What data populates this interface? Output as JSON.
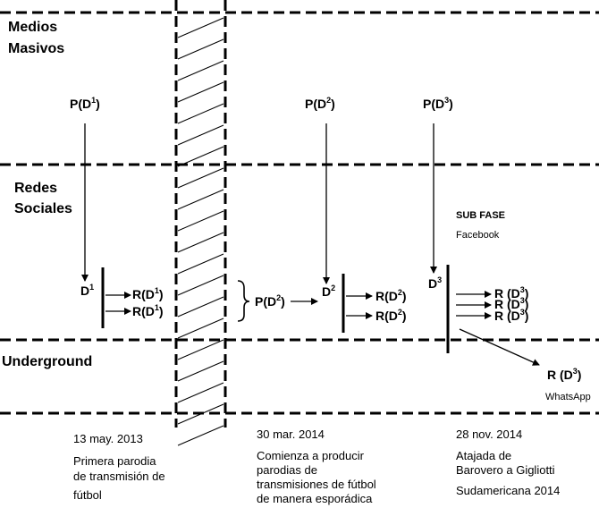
{
  "lanes": {
    "mass_media": [
      "Medios",
      "Masivos"
    ],
    "social_networks": [
      "Redes",
      "Sociales"
    ],
    "underground": "Underground"
  },
  "nodes": {
    "p_d1": {
      "base": "P(D",
      "sup": "1",
      "close": ")"
    },
    "p_d2": {
      "base": "P(D",
      "sup": "2",
      "close": ")"
    },
    "p_d3": {
      "base": "P(D",
      "sup": "3",
      "close": ")"
    },
    "d1": {
      "base": "D",
      "sup": "1"
    },
    "d2": {
      "base": "D",
      "sup": "2"
    },
    "d3": {
      "base": "D",
      "sup": "3"
    },
    "r_d1": {
      "base": "R(D",
      "sup": "1",
      "close": ")"
    },
    "r_d2": {
      "base": "R(D",
      "sup": "2",
      "close": ")"
    },
    "r_d3": {
      "base": "R (D",
      "sup": "3",
      "close": ")"
    },
    "p_d2_mid": {
      "base": "P(D",
      "sup": "2",
      "close": ")"
    }
  },
  "sub_phase": {
    "title": "SUB FASE",
    "platform": "Facebook"
  },
  "whatsapp": "WhatsApp",
  "events": [
    {
      "date": "13 may. 2013",
      "lines": [
        "Primera parodia",
        "de transmisión de",
        "fútbol"
      ]
    },
    {
      "date": "30 mar. 2014",
      "lines": [
        "Comienza a producir",
        "parodias de",
        "transmisiones de fútbol",
        "de manera esporádica"
      ]
    },
    {
      "date": "28 nov. 2014",
      "lines": [
        "Atajada de",
        "Barovero a Gigliotti",
        "Sudamericana 2014"
      ]
    }
  ]
}
